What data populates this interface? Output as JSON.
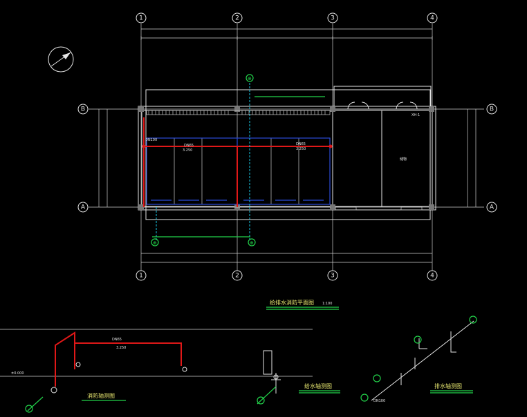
{
  "axes": {
    "vertical": [
      "1",
      "2",
      "3",
      "4"
    ],
    "horizontal": [
      "B",
      "A"
    ]
  },
  "titles": {
    "plan": "给排水消防平面图",
    "plan_scale": "1:100",
    "fire_axo": "消防轴测图",
    "water_axo": "给水轴测图",
    "drain_axo": "排水轴测图"
  },
  "labels": {
    "dn65": "DN65",
    "dn100": "DN100",
    "level_a": "3.250",
    "level_b": "±0.000",
    "room_right": "储物",
    "xh": "XH-1"
  },
  "colors": {
    "background": "#000000",
    "line": "#e6e6e6",
    "fire_pipe": "#e01818",
    "water_pipe": "#17c9e6",
    "tag": "#22d24a",
    "title": "#e8e870",
    "drain": "#2b4bd8"
  }
}
